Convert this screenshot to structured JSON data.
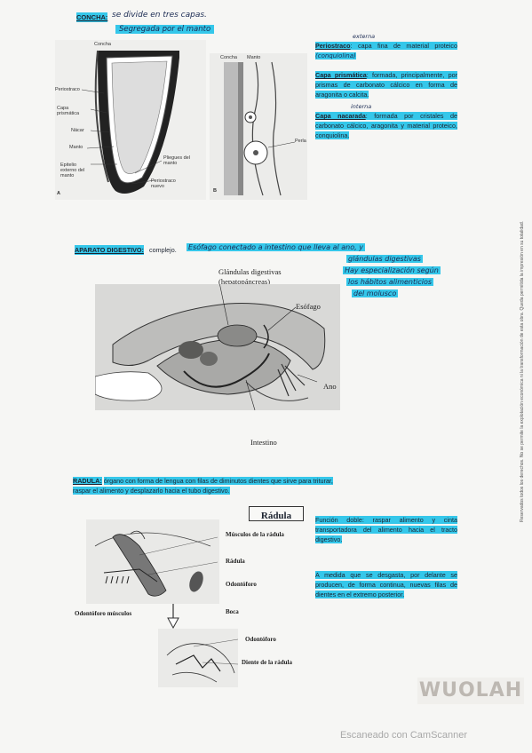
{
  "concha": {
    "title": "CONCHA:",
    "hand1": "se divide en tres capas.",
    "hand2": "Segregada por el manto",
    "fig_labels": {
      "a": "A",
      "b": "B",
      "concha1": "Concha",
      "periostraco": "Periostraco",
      "capa_prismatica": "Capa prismática",
      "nacar": "Nácar",
      "manto": "Manto",
      "epitelio": "Epitelio externo del manto",
      "pliegues": "Pliegues del manto",
      "periostraco_nuevo": "Periostraco nuevo",
      "concha2": "Concha",
      "manto2": "Manto",
      "perla": "Perla"
    },
    "notes": [
      {
        "term": "Periostraco",
        "rest": ": capa fina de material proteico",
        "hand": "(conquiolina)",
        "hand_above": "externa"
      },
      {
        "term": "Capa prismática",
        "rest": ": formada, principalmente, por prismas de carbonato cálcico en forma de aragonita o calcita."
      },
      {
        "term": "Capa nacarada",
        "rest": ": formada por cristales de carbonato cálcico, aragonita y material proteico, conquiolina.",
        "hand_above": "interna"
      }
    ]
  },
  "digestivo": {
    "title": "APARATO DIGESTIVO:",
    "intro": "complejo.",
    "hand_lines": [
      "Esófago conectado a intestino que lleva al ano, y",
      "glándulas digestivas",
      "Hay especialización según",
      "los hábitos alimenticios",
      "del molusco"
    ],
    "fig_labels": {
      "glandulas": "Glándulas digestivas",
      "hepato": "(hepatopáncreas)",
      "esofago": "Esófago",
      "ano": "Ano",
      "intestino": "Intestino"
    }
  },
  "radula": {
    "title": "RADULA:",
    "text1": "órgano con forma de lengua con filas de diminutos dientes que sirve para triturar,",
    "text2": "raspar el alimento y desplazarlo hacia el tubo digestivo.",
    "box_title": "Rádula",
    "fig_labels": {
      "musculos": "Músculos de la rádula",
      "radula": "Rádula",
      "odontoforo": "Odontóforo",
      "boca": "Boca",
      "odontoforo_musculos": "Odontóforo músculos",
      "odontoforo2": "Odontóforo",
      "diente": "Diente de la rádula"
    },
    "note1": "Función doble: raspar alimento y cinta transportadora del alimento hacia el tracto digestivo.",
    "note2": "A medida que se desgasta, por delante se producen, de forma continua, nuevas filas de dientes en el extremo posterior."
  },
  "watermark": "WUOLAH",
  "footer": "Escaneado con CamScanner",
  "side_text": "Reservados todos los derechos. No se permite la explotación económica ni la transformación de esta obra. Queda permitida la impresión en su totalidad."
}
